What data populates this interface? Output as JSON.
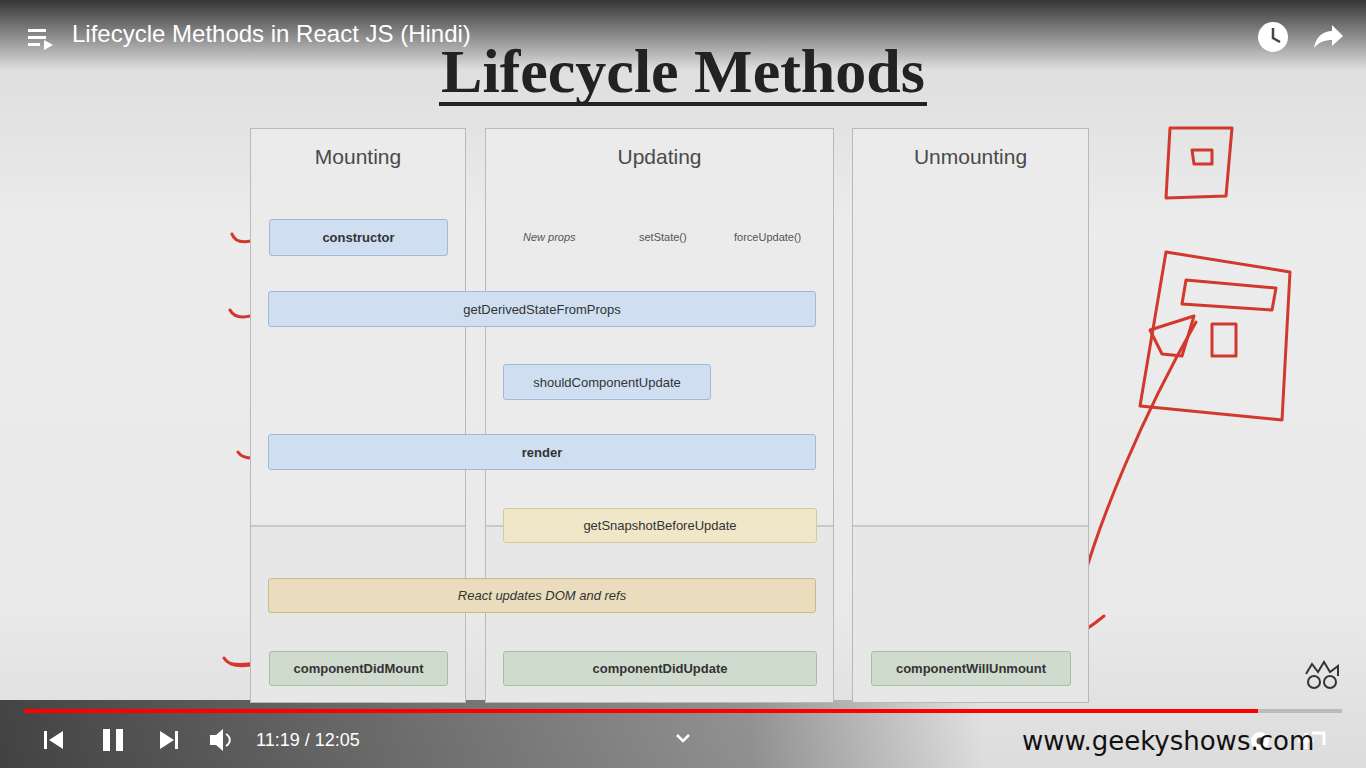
{
  "diagram": {
    "title": "Lifecycle Methods",
    "nodes": [
      {
        "text": [
          "Mounting"
        ]
      },
      {
        "text": [
          "Updating"
        ]
      },
      {
        "text": [
          "Unmounting"
        ]
      },
      {
        "text": [
          "constructor"
        ],
        "in": 0
      },
      {
        "text": [
          "getDerivedStateFromProps"
        ]
      },
      {
        "text": [
          "shouldComponentUpdate"
        ],
        "in": 1
      },
      {
        "text": [
          "render"
        ]
      },
      {
        "text": [
          "getSnapshotBeforeUpdate"
        ],
        "in": 1
      },
      {
        "text": [
          "React updates DOM and refs"
        ]
      },
      {
        "text": [
          "componentDidMount"
        ],
        "in": 0
      },
      {
        "text": [
          "componentDidUpdate"
        ],
        "in": 1
      },
      {
        "text": [
          "componentWillUnmount"
        ],
        "in": 2
      }
    ],
    "edges": [
      {
        "from": 3,
        "to": 4,
        "arrow": "to"
      },
      {
        "from": 4,
        "to": 6,
        "arrow": "to"
      },
      {
        "from": 4,
        "to": 5,
        "arrow": "to"
      },
      {
        "from": 4,
        "to": 5,
        "arrow": "to"
      },
      {
        "from": 4,
        "to": 6,
        "arrow": "to"
      },
      {
        "from": 5,
        "to": 6,
        "arrow": "to"
      },
      {
        "from": 6,
        "to": 8,
        "arrow": "to"
      },
      {
        "from": 6,
        "to": 7,
        "arrow": "to"
      },
      {
        "from": 7,
        "to": 8,
        "arrow": "to"
      },
      {
        "from": 8,
        "to": 9,
        "arrow": "to"
      },
      {
        "from": 8,
        "to": 10,
        "arrow": "to"
      }
    ],
    "labels": [
      "Lifecycle Methods in React JS (Hindi)",
      "New props",
      "setState()",
      "forceUpdate()",
      "11:19 / 12:05",
      "www.geekyshows.com"
    ]
  }
}
